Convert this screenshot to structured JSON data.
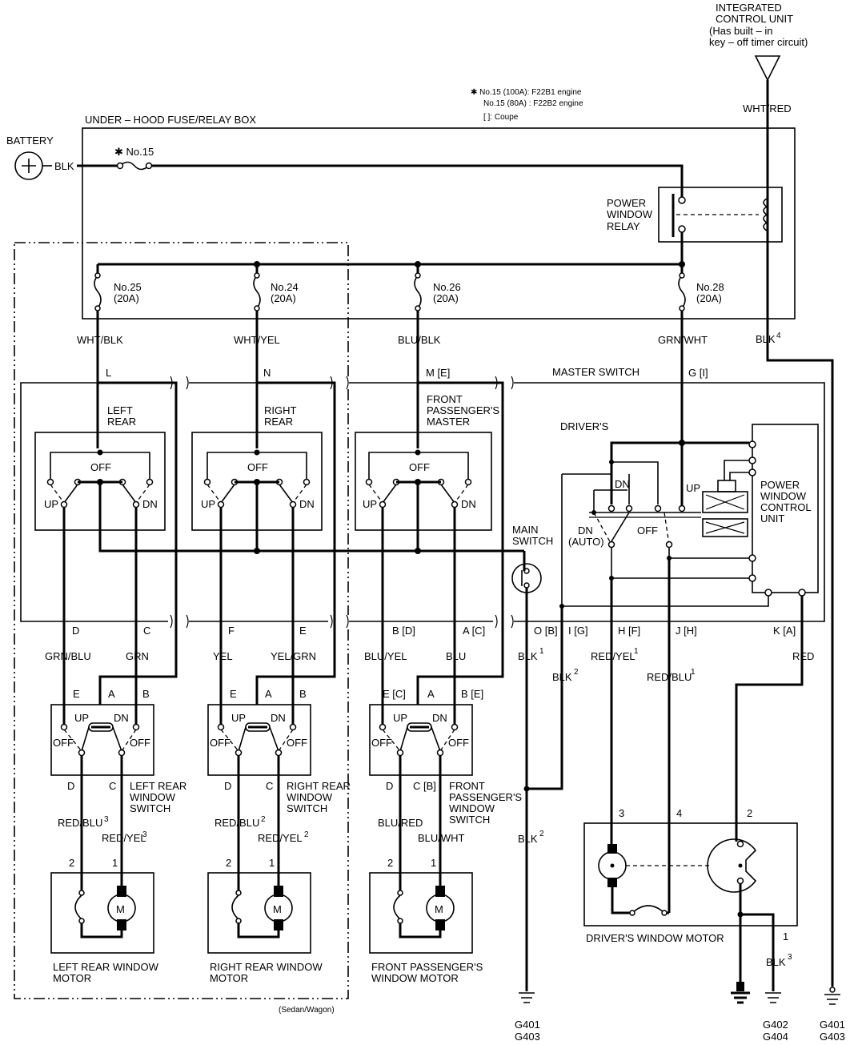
{
  "top": {
    "icu": [
      "INTEGRATED",
      "CONTROL UNIT",
      "(Has built – in",
      "key – off timer circuit)"
    ],
    "notes": [
      "✱  No.15 (100A): F22B1 engine",
      "No.15 (80A)  : F22B2 engine",
      "[  ]: Coupe"
    ],
    "underhood": "UNDER – HOOD FUSE/RELAY BOX",
    "battery": "BATTERY",
    "battery_wire": "BLK",
    "icu_wire": "WHT/RED",
    "fuse15": "✱ No.15",
    "relay": [
      "POWER",
      "WINDOW",
      "RELAY"
    ]
  },
  "fuses": [
    {
      "name": "No.25",
      "rating": "(20A)",
      "wire": "WHT/BLK"
    },
    {
      "name": "No.24",
      "rating": "(20A)",
      "wire": "WHT/YEL"
    },
    {
      "name": "No.26",
      "rating": "(20A)",
      "wire": "BLU/BLK"
    },
    {
      "name": "No.28",
      "rating": "(20A)",
      "wire": "GRN/WHT"
    }
  ],
  "blk4": "BLK",
  "sup4": "4",
  "master": {
    "title": "MASTER SWITCH",
    "pins_top": [
      "L",
      "N",
      "M [E]",
      "G [I]"
    ],
    "sections": [
      {
        "label": [
          "LEFT",
          "REAR"
        ]
      },
      {
        "label": [
          "RIGHT",
          "REAR"
        ]
      },
      {
        "label": [
          "FRONT",
          "PASSENGER'S",
          "MASTER"
        ]
      }
    ],
    "off": "OFF",
    "up": "UP",
    "dn": "DN",
    "drivers": "DRIVER'S",
    "dn_auto": [
      "DN",
      "(AUTO)"
    ],
    "pwcu": [
      "POWER",
      "WINDOW",
      "CONTROL",
      "UNIT"
    ],
    "main_switch": [
      "MAIN",
      "SWITCH"
    ],
    "pins_bottom": [
      "D",
      "C",
      "F",
      "E",
      "B [D]",
      "A [C]",
      "O [B]",
      "I [G]",
      "H [F]",
      "J [H]",
      "K [A]"
    ]
  },
  "wires_mid": [
    "GRN/BLU",
    "GRN",
    "YEL",
    "YEL/GRN",
    "BLU/YEL",
    "BLU",
    "BLK",
    "BLK",
    "RED/YEL",
    "RED/BLU",
    "RED"
  ],
  "sups_mid": [
    "1",
    "2",
    "1",
    "1"
  ],
  "window_switches": [
    {
      "pins_top": [
        "E",
        "A",
        "B"
      ],
      "pins_bottom": [
        "D",
        "C"
      ],
      "label": [
        "LEFT REAR",
        "WINDOW",
        "SWITCH"
      ]
    },
    {
      "pins_top": [
        "E",
        "A",
        "B"
      ],
      "pins_bottom": [
        "D",
        "C"
      ],
      "label": [
        "RIGHT REAR",
        "WINDOW",
        "SWITCH"
      ]
    },
    {
      "pins_top": [
        "E [C]",
        "A",
        "B [E]"
      ],
      "pins_bottom": [
        "D",
        "C [B]"
      ],
      "label": [
        "FRONT",
        "PASSENGER'S",
        "WINDOW",
        "SWITCH"
      ]
    }
  ],
  "sw_text": {
    "up": "UP",
    "dn": "DN",
    "off": "OFF"
  },
  "motor_wires": [
    {
      "left": "RED/BLU",
      "left_sup": "3",
      "right": "RED/YEL",
      "right_sup": "3"
    },
    {
      "left": "RED/BLU",
      "left_sup": "2",
      "right": "RED/YEL",
      "right_sup": "2"
    },
    {
      "left": "BLU/RED",
      "left_sup": "",
      "right": "BLU/WHT",
      "right_sup": ""
    }
  ],
  "motors": [
    {
      "pins": [
        "2",
        "1"
      ],
      "label": [
        "LEFT REAR WINDOW",
        "MOTOR"
      ]
    },
    {
      "pins": [
        "2",
        "1"
      ],
      "label": [
        "RIGHT REAR WINDOW",
        "MOTOR"
      ]
    },
    {
      "pins": [
        "2",
        "1"
      ],
      "label": [
        "FRONT PASSENGER'S",
        "WINDOW MOTOR"
      ]
    }
  ],
  "motor_m": "M",
  "blk2": "BLK",
  "sup2": "2",
  "driver_motor": {
    "label": "DRIVER'S WINDOW MOTOR",
    "pins": [
      "3",
      "4",
      "2",
      "1"
    ]
  },
  "blk3": "BLK",
  "sup3": "3",
  "sedan": "(Sedan/Wagon)",
  "grounds": [
    {
      "label": [
        "G401",
        "G403"
      ]
    },
    {
      "label": [
        "G402",
        "G404"
      ]
    },
    {
      "label": [
        "G401",
        "G403"
      ]
    }
  ]
}
